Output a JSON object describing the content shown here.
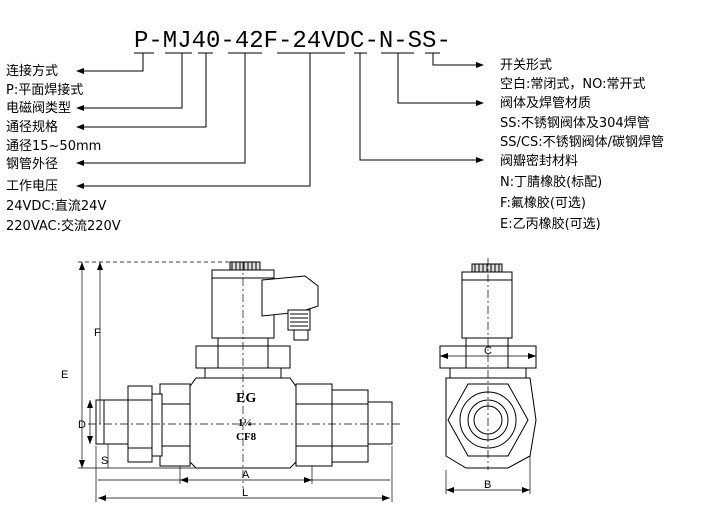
{
  "model_code": "P-MJ40-42F-24VDC-N-SS-",
  "left_labels": [
    "连接方式",
    "P:平面焊接式",
    "电磁阀类型",
    "通径规格",
    "通径15~50mm",
    "钢管外径",
    "工作电压",
    "24VDC:直流24V",
    "220VAC:交流220V"
  ],
  "right_labels": [
    "开关形式",
    "空白:常闭式，NO:常开式",
    "阀体及焊管材质",
    "SS:不锈钢阀体及304焊管",
    "SS/CS:不锈钢阀体/碳钢焊管",
    "阀瓣密封材料",
    "N:丁腈橡胶(标配)",
    "F:氟橡胶(可选)",
    "E:乙丙橡胶(可选)"
  ],
  "dimensions": {
    "E": "E",
    "F": "F",
    "D": "D",
    "S": "S",
    "A": "A",
    "L": "L",
    "C": "C",
    "B": "B"
  },
  "body_marks": {
    "brand": "EG",
    "size": "1¼",
    "material": "CF8"
  }
}
